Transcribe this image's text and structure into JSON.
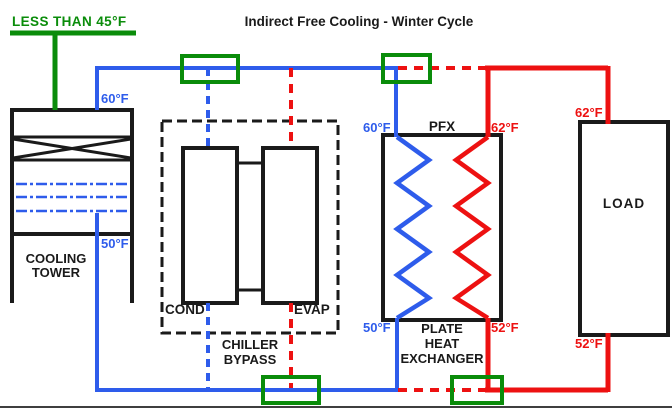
{
  "title": "Indirect Free Cooling - Winter Cycle",
  "colors": {
    "green": "#0a8c0a",
    "blue": "#2e5ceb",
    "red": "#ed1111",
    "black": "#1a1a1a"
  },
  "supply": {
    "label": "LESS THAN 45°F"
  },
  "cooling_tower": {
    "name_line1": "COOLING",
    "name_line2": "TOWER",
    "temp_top": "60°F",
    "temp_bottom": "50°F"
  },
  "chiller": {
    "cond_label": "COND",
    "evap_label": "EVAP",
    "bypass_line1": "CHILLER",
    "bypass_line2": "BYPASS"
  },
  "heat_exchanger": {
    "abbr": "PFX",
    "temp_top_left": "60°F",
    "temp_top_right": "62°F",
    "temp_bottom_left": "50°F",
    "temp_bottom_right": "52°F",
    "name_line1": "PLATE",
    "name_line2": "HEAT",
    "name_line3": "EXCHANGER"
  },
  "load": {
    "label": "LOAD",
    "temp_top": "62°F",
    "temp_bottom": "52°F"
  }
}
